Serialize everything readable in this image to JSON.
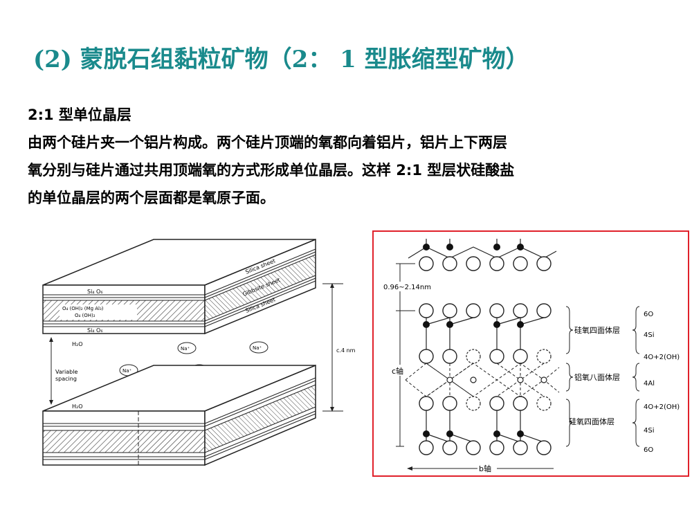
{
  "slide": {
    "title": "(2) 蒙脱石组黏粒矿物（2： 1 型胀缩型矿物）",
    "subtitle": "2:1 型单位晶层",
    "paragraph_lines": [
      "由两个硅片夹一个铝片构成。两个硅片顶端的氧都向着铝片，铝片上下两层",
      "氧分别与硅片通过共用顶端氧的方式形成单位晶层。这样 2:1 型层状硅酸盐",
      "的单位晶层的两个层面都是氧原子面。"
    ]
  },
  "figure_left": {
    "labels": {
      "si4o6_top": "Si₄ O₆",
      "o4oh2": "O₄ (OH)₂ (Mg Al₃)",
      "o4oh2_b": "O₄ (OH)₂",
      "si4o6_bottom": "Si₄ O₆",
      "h2o_top": "H₂O",
      "h2o_bottom": "H₂O",
      "variable": "Variable",
      "spacing": "spacing",
      "na": "Na⁺",
      "silica_sheet_1": "Silica sheet",
      "gibbsite_sheet": "Gibbsite sheet",
      "silica_sheet_2": "Silica sheet",
      "dimension": "c.4 nm"
    }
  },
  "figure_right": {
    "labels": {
      "spacing": "0.96~2.14nm",
      "c_axis": "c轴",
      "b_axis": "b轴",
      "tetra_top": "硅氧四面体层",
      "octa": "铝氧八面体层",
      "tetra_bottom": "硅氧四面体层",
      "r_6o_top": "6O",
      "r_4si_top": "4Si",
      "r_4o2oh_top": "4O+2(OH)",
      "r_4al": "4Al",
      "r_4o2oh_bottom": "4O+2(OH)",
      "r_4si_bottom": "4Si",
      "r_6o_bottom": "6O"
    }
  }
}
